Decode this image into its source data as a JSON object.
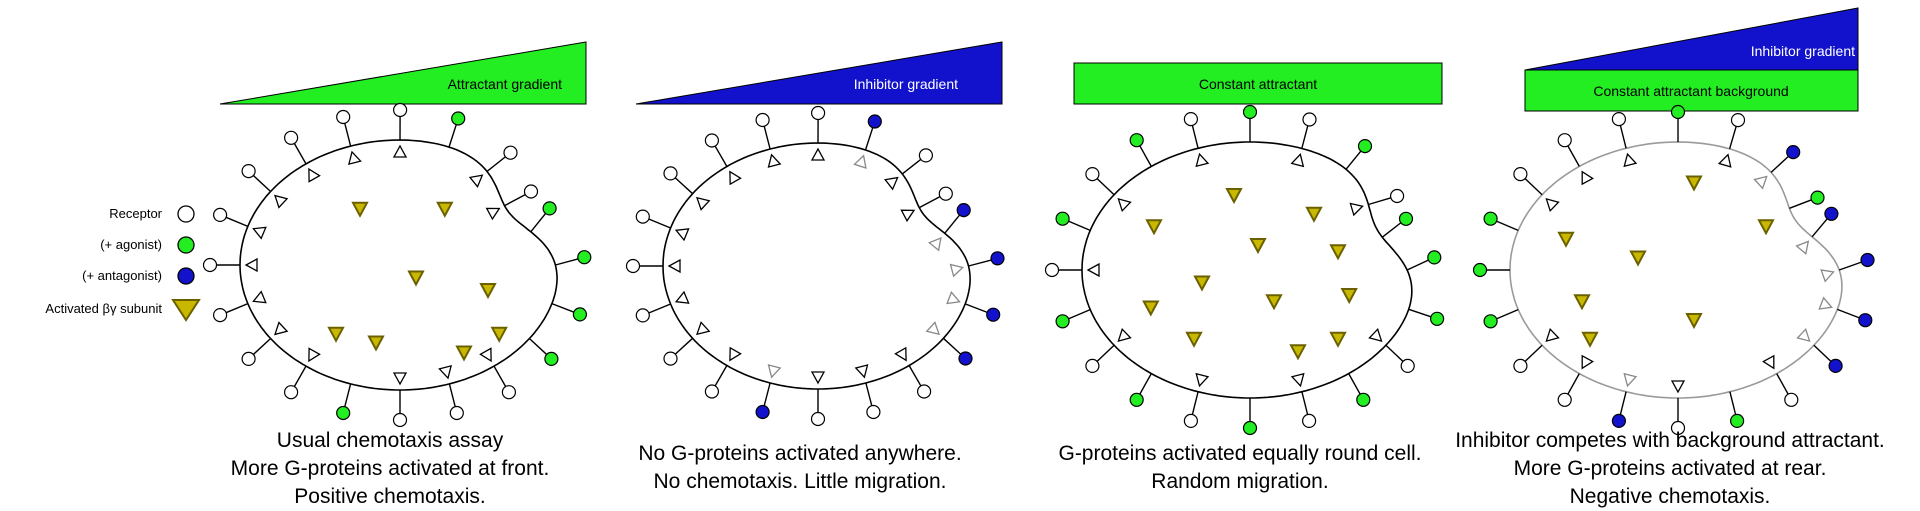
{
  "legend": {
    "receptor": "Receptor",
    "agonist": "(+ agonist)",
    "antagonist": "(+ antagonist)",
    "subunit": "Activated βγ subunit"
  },
  "colors": {
    "attractant": "#22ee22",
    "inhibitor": "#1212cc",
    "subunit_fill": "#c8b800",
    "subunit_stroke": "#6b6000",
    "membrane": "#000000",
    "membrane_faded": "#9a9a9a"
  },
  "panels": [
    {
      "id": "panel-1",
      "banner": "Attractant gradient",
      "caption": [
        "Usual chemotaxis assay",
        "More G-proteins activated at front.",
        "Positive chemotaxis."
      ]
    },
    {
      "id": "panel-2",
      "banner": "Inhibitor gradient",
      "caption": [
        "No G-proteins activated anywhere.",
        "No chemotaxis. Little migration."
      ]
    },
    {
      "id": "panel-3",
      "banner": "Constant attractant",
      "caption": [
        "G-proteins activated equally round cell.",
        "Random migration."
      ]
    },
    {
      "id": "panel-4",
      "banner": "Inhibitor gradient",
      "banner2": "Constant attractant background",
      "caption": [
        "Inhibitor competes with background attractant.",
        "More G-proteins activated at rear.",
        "Negative chemotaxis."
      ]
    }
  ]
}
